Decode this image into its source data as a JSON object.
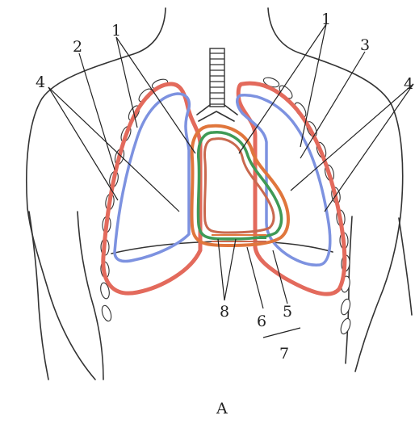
{
  "figure": {
    "caption": "A",
    "colors": {
      "parietal_pleura": "#e36a5c",
      "visceral_pleura": "#7d92e0",
      "pericardium_outer": "#e0763c",
      "pericardium_middle": "#3f9a56",
      "heart_inner": "#c9694f",
      "outline": "#333333"
    },
    "labels": {
      "l1_left": "1",
      "l1_right": "1",
      "l2": "2",
      "l3": "3",
      "l4_left": "4",
      "l4_right": "4",
      "l5": "5",
      "l6": "6",
      "l7": "7",
      "l8": "8"
    }
  }
}
